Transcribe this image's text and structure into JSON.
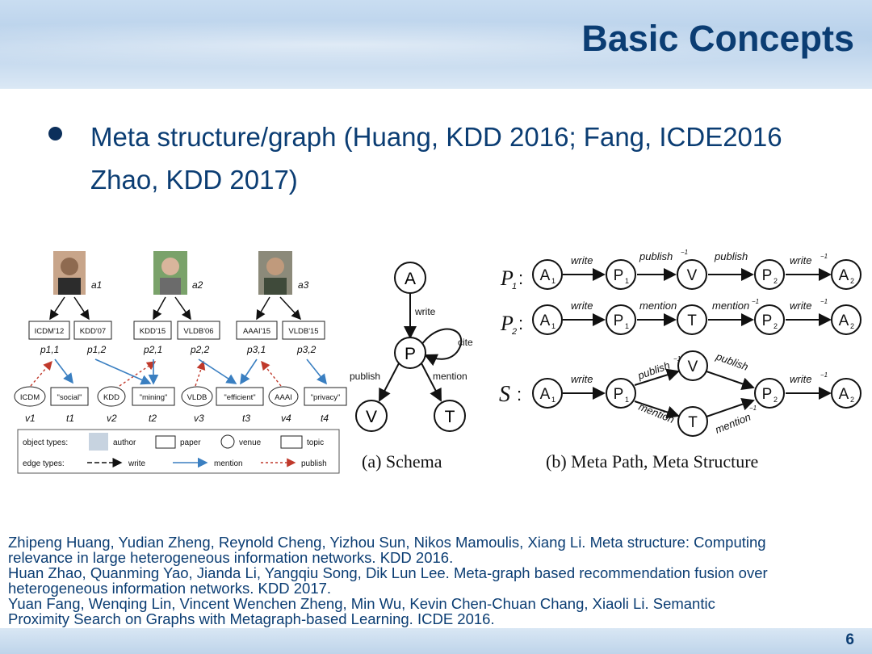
{
  "slide": {
    "title": "Basic Concepts",
    "bullet": [
      "Meta structure/graph (Huang, KDD 2016; Fang, ICDE2016",
      "Zhao, KDD 2017)"
    ],
    "page_number": "6"
  },
  "left_graph": {
    "authors": [
      "a1",
      "a2",
      "a3"
    ],
    "papers": [
      "ICDM'12",
      "KDD'07",
      "KDD'15",
      "VLDB'06",
      "AAAI'15",
      "VLDB'15"
    ],
    "paper_ids": [
      "p1,1",
      "p1,2",
      "p2,1",
      "p2,2",
      "p3,1",
      "p3,2"
    ],
    "venues": [
      "ICDM",
      "KDD",
      "VLDB",
      "AAAI"
    ],
    "venue_ids": [
      "v1",
      "v2",
      "v3",
      "v4"
    ],
    "topics": [
      "\"social\"",
      "\"mining\"",
      "\"efficient\"",
      "\"privacy\""
    ],
    "topic_ids": [
      "t1",
      "t2",
      "t3",
      "t4"
    ],
    "legend": {
      "object_types_label": "object types:",
      "author": "author",
      "paper": "paper",
      "venue": "venue",
      "topic": "topic",
      "edge_types_label": "edge types:",
      "write": "write",
      "mention": "mention",
      "publish": "publish"
    }
  },
  "schema": {
    "nodes": {
      "A": "A",
      "P": "P",
      "V": "V",
      "T": "T"
    },
    "edges": {
      "write": "write",
      "cite": "cite",
      "publish": "publish",
      "mention": "mention"
    },
    "caption": "(a) Schema"
  },
  "meta": {
    "p1_label": "P",
    "p2_label": "P",
    "s_label": "S",
    "caption": "(b) Meta Path, Meta Structure",
    "labels": {
      "write": "write",
      "write_inv": "write",
      "publish": "publish",
      "publish_inv": "publish",
      "mention": "mention",
      "mention_inv": "mention"
    },
    "nodes": {
      "A": "A",
      "P": "P",
      "V": "V",
      "T": "T"
    }
  },
  "references": [
    "Zhipeng Huang, Yudian Zheng, Reynold Cheng, Yizhou Sun, Nikos Mamoulis, Xiang Li. Meta structure: Computing",
    "relevance in large heterogeneous information networks. KDD 2016.",
    "Huan Zhao, Quanming Yao, Jianda Li, Yangqiu Song, Dik Lun Lee. Meta-graph based recommendation fusion over",
    "heterogeneous information networks. KDD 2017.",
    "Yuan Fang, Wenqing Lin, Vincent Wenchen Zheng, Min Wu, Kevin Chen-Chuan Chang, Xiaoli Li. Semantic",
    "Proximity Search on Graphs with Metagraph-based Learning. ICDE 2016."
  ],
  "colors": {
    "title": "#0b3d73",
    "mention_edge": "#3a7fc1",
    "publish_edge": "#c0392b"
  }
}
